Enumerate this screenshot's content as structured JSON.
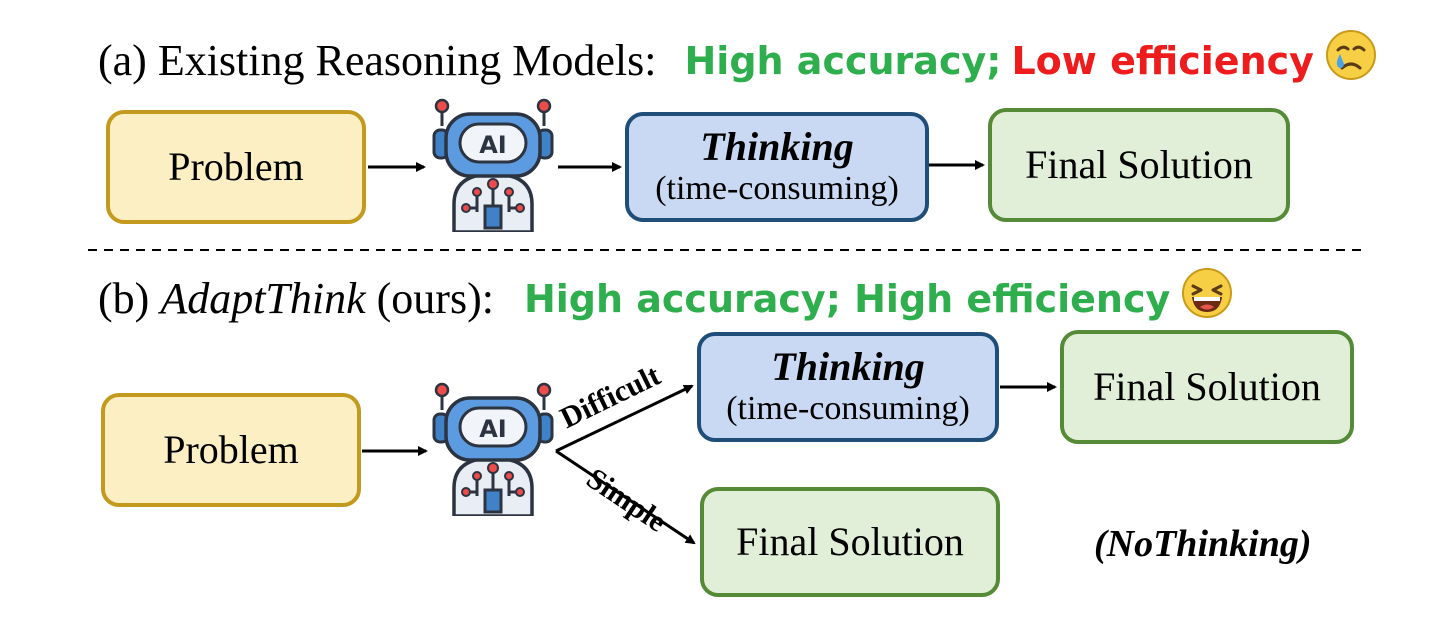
{
  "section_a": {
    "prefix": "(a) Existing Reasoning Models:",
    "good": "High accuracy;",
    "bad": "Low efficiency",
    "emoji": "crying-face-icon"
  },
  "section_b": {
    "prefix_open": "(b) ",
    "name": "AdaptThink",
    "prefix_close": " (ours):",
    "good": "High accuracy; High efficiency",
    "emoji": "laughing-face-icon"
  },
  "flow_a": {
    "problem": "Problem",
    "model_icon": "robot-ai-icon",
    "robot_label": "AI",
    "thinking_title": "Thinking",
    "thinking_sub": "(time-consuming)",
    "final": "Final Solution"
  },
  "flow_b": {
    "problem": "Problem",
    "model_icon": "robot-ai-icon",
    "robot_label": "AI",
    "branch_difficult": "Difficult",
    "branch_simple": "Simple",
    "thinking_title": "Thinking",
    "thinking_sub": "(time-consuming)",
    "final_thinking": "Final Solution",
    "final_nothinking": "Final Solution",
    "nothinking_note": "(NoThinking)"
  },
  "colors": {
    "problem_fill": "#fcefc4",
    "problem_border": "#c49a1e",
    "thinking_fill": "#c9d9f3",
    "thinking_border": "#1f4e79",
    "final_fill": "#e2efd8",
    "final_border": "#558a36",
    "good": "#2eae4d",
    "bad": "#ee1c1c"
  }
}
